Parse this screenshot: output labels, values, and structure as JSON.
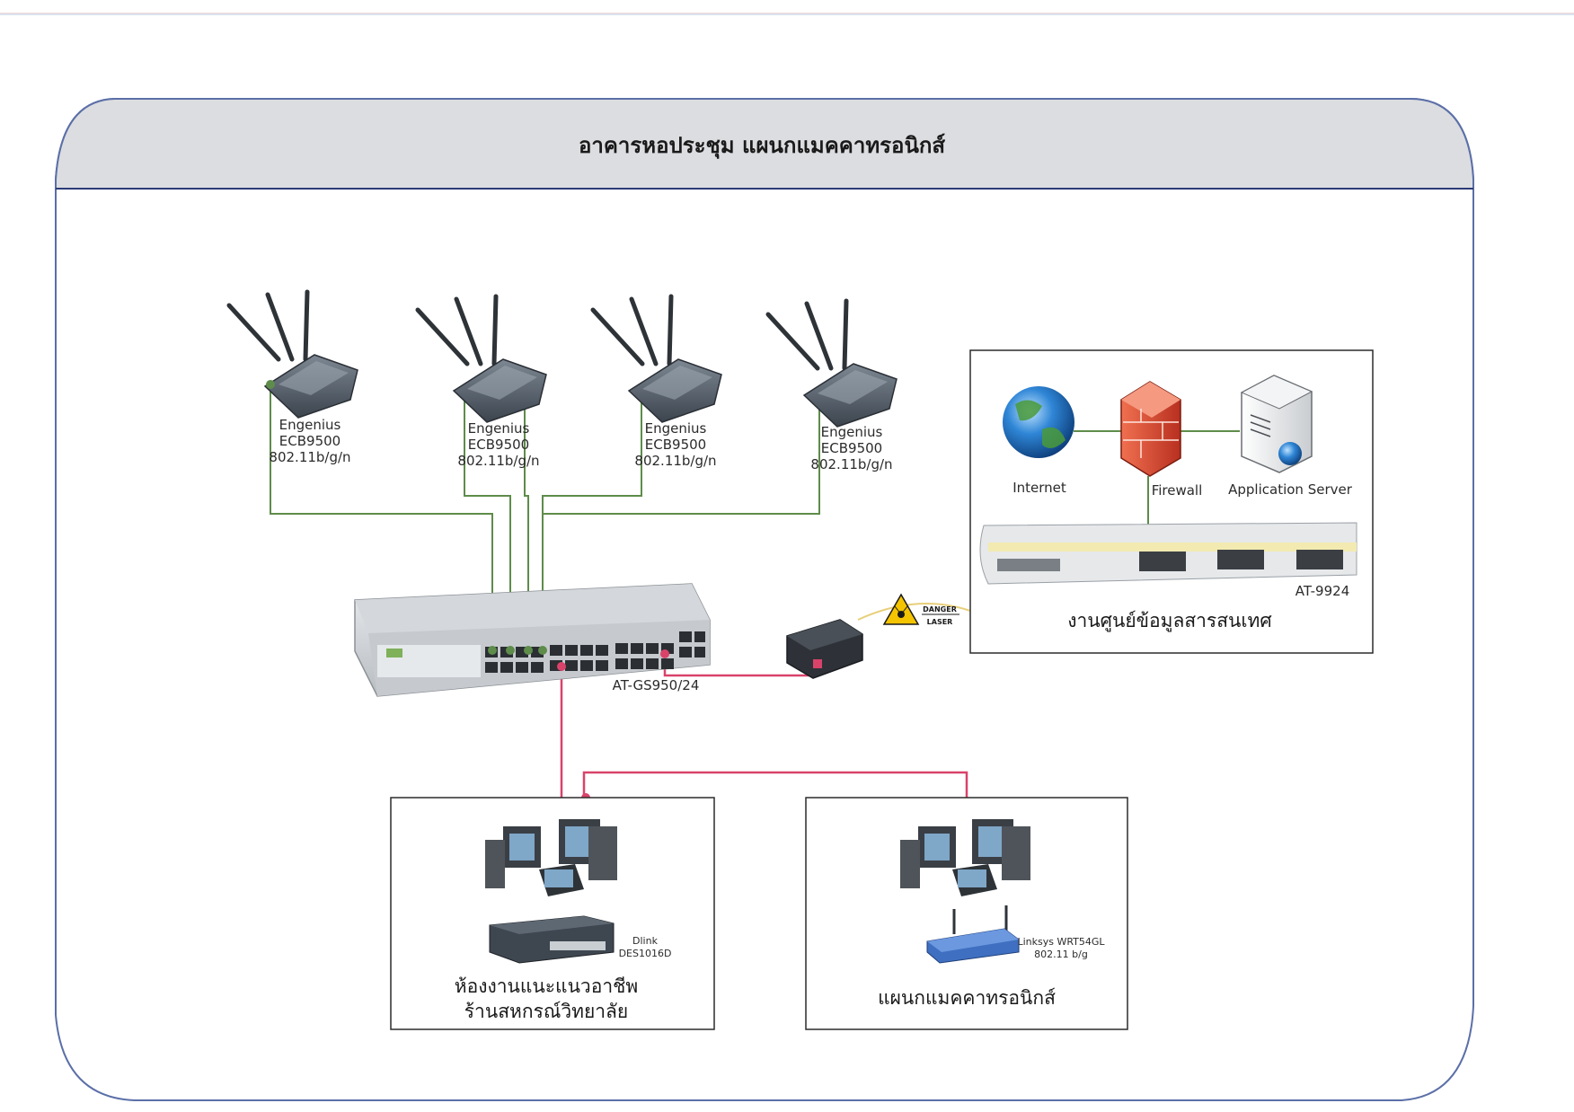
{
  "title": "อาคารหอประชุม แผนกแมคคาทรอนิกส์",
  "access_points": [
    {
      "name": "Engenius",
      "model": "ECB9500",
      "standard": "802.11b/g/n"
    },
    {
      "name": "Engenius",
      "model": "ECB9500",
      "standard": "802.11b/g/n"
    },
    {
      "name": "Engenius",
      "model": "ECB9500",
      "standard": "802.11b/g/n"
    },
    {
      "name": "Engenius",
      "model": "ECB9500",
      "standard": "802.11b/g/n"
    }
  ],
  "core_switch": {
    "label": "AT-GS950/24"
  },
  "laser_warning": {
    "line1": "DANGER",
    "line2": "LASER"
  },
  "datacenter": {
    "internet_label": "Internet",
    "firewall_label": "Firewall",
    "app_server_label": "Application Server",
    "switch_label": "AT-9924",
    "caption": "งานศูนย์ข้อมูลสารสนเทศ"
  },
  "room_left": {
    "switch_brand": "Dlink",
    "switch_model": "DES1016D",
    "caption_line1": "ห้องงานแนะแนวอาชีพ",
    "caption_line2": "ร้านสหกรณ์วิทยาลัย"
  },
  "room_right": {
    "router_model": "Linksys WRT54GL",
    "router_standard": "802.11 b/g",
    "caption": "แผนกแมคคาทรอนิกส์"
  },
  "colors": {
    "ethernet_green": "#5e8c4a",
    "fiber_red": "#d9436a",
    "fiber_yellow": "#e8cf7a",
    "header_gray": "#dcdde0",
    "frame_blue": "#5b6fa8"
  }
}
